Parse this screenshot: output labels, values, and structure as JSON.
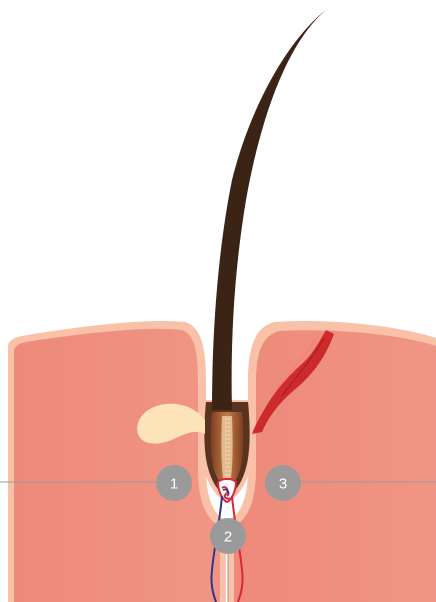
{
  "diagram": {
    "callouts": [
      {
        "id": "c1",
        "label": "1"
      },
      {
        "id": "c2",
        "label": "2"
      },
      {
        "id": "c3",
        "label": "3"
      }
    ],
    "colors": {
      "dermis": "#ee8c7c",
      "dermis_light": "#f5a090",
      "epidermis_rim": "#f8c1a8",
      "hair_shaft": "#3b2416",
      "hair_follicle_outer": "#5a3220",
      "hair_bulb": "#b86d3c",
      "hair_bulb_core": "#e9c79b",
      "sebaceous_gland": "#fde4b8",
      "arrector_muscle": "#d2282a",
      "artery": "#d8263a",
      "vein": "#2c3590",
      "callout_fill": "#9a9a9a",
      "leader_line": "#9a9a9a"
    }
  }
}
